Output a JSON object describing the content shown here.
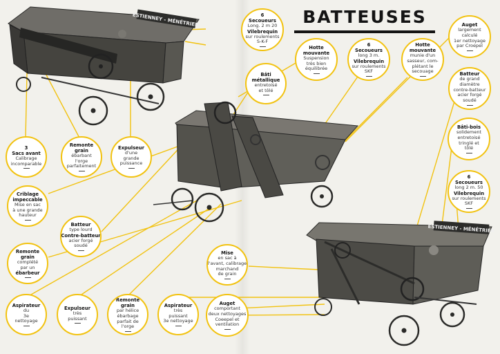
{
  "title": "BATTEUSES",
  "colors": {
    "bubble_border": "#f2c20f",
    "line": "#f2c20f",
    "paper": "#f2f1ec",
    "machine": "#3f3f3c"
  },
  "machines": [
    {
      "brand": "ESTIENNEY - MÉNÉTRIER"
    },
    {
      "brand": ""
    },
    {
      "brand": "ESTIENNEY - MÉNÉTRIER"
    }
  ],
  "bubbles": [
    {
      "lines": [
        {
          "t": "6",
          "b": true
        },
        {
          "t": "Secoueurs",
          "b": true
        },
        {
          "t": "Long. 2 m 20"
        },
        {
          "t": "Vilebrequin",
          "b": true
        },
        {
          "t": "sur roulements"
        },
        {
          "t": "S-K-F"
        }
      ]
    },
    {
      "lines": [
        {
          "t": "Hotte",
          "b": true
        },
        {
          "t": "mouvante",
          "b": true
        },
        {
          "t": "Suspension"
        },
        {
          "t": "très bien"
        },
        {
          "t": "équilibrée"
        }
      ]
    },
    {
      "lines": [
        {
          "t": "6",
          "b": true
        },
        {
          "t": "Secoueurs",
          "b": true
        },
        {
          "t": "long 3 m."
        },
        {
          "t": "Vilebrequin",
          "b": true
        },
        {
          "t": "sur roulements"
        },
        {
          "t": "SKF"
        }
      ]
    },
    {
      "lines": [
        {
          "t": "Hotte",
          "b": true
        },
        {
          "t": "mouvante",
          "b": true
        },
        {
          "t": "munie d'un"
        },
        {
          "t": "sasseur, com-"
        },
        {
          "t": "plétant le"
        },
        {
          "t": "secouage"
        }
      ]
    },
    {
      "lines": [
        {
          "t": "Auget",
          "b": true
        },
        {
          "t": "largement"
        },
        {
          "t": "calculé"
        },
        {
          "t": "1er nettoyage"
        },
        {
          "t": "par Croepel"
        }
      ]
    },
    {
      "lines": [
        {
          "t": "Bâti",
          "b": true
        },
        {
          "t": "métallique",
          "b": true
        },
        {
          "t": "entretoisé"
        },
        {
          "t": "et tôlé"
        }
      ]
    },
    {
      "lines": [
        {
          "t": "Batteur",
          "b": true
        },
        {
          "t": "de grand"
        },
        {
          "t": "diamètre"
        },
        {
          "t": "contre-batteur"
        },
        {
          "t": "acier forgé"
        },
        {
          "t": "soudé"
        }
      ]
    },
    {
      "lines": [
        {
          "t": "Bâti-bois",
          "b": true
        },
        {
          "t": "solidement"
        },
        {
          "t": "entretoisé"
        },
        {
          "t": "tringlé et"
        },
        {
          "t": "tôlé"
        }
      ]
    },
    {
      "lines": [
        {
          "t": "6",
          "b": true
        },
        {
          "t": "Secoueurs",
          "b": true
        },
        {
          "t": "long 2 m. 50"
        },
        {
          "t": "Vilebrequin",
          "b": true
        },
        {
          "t": "sur roulements"
        },
        {
          "t": "SKF"
        }
      ]
    },
    {
      "lines": [
        {
          "t": "3",
          "b": true
        },
        {
          "t": "Sacs avant",
          "b": true
        },
        {
          "t": "Calibrage"
        },
        {
          "t": "incomparable"
        }
      ]
    },
    {
      "lines": [
        {
          "t": "Remonte",
          "b": true
        },
        {
          "t": "grain",
          "b": true
        },
        {
          "t": "ébarbant"
        },
        {
          "t": "l'orge"
        },
        {
          "t": "parfaitement"
        }
      ]
    },
    {
      "lines": [
        {
          "t": "Expulseur",
          "b": true
        },
        {
          "t": "d'une"
        },
        {
          "t": "grande"
        },
        {
          "t": "puissance"
        }
      ]
    },
    {
      "lines": [
        {
          "t": "Criblage",
          "b": true
        },
        {
          "t": "impeccable",
          "b": true
        },
        {
          "t": "Mise en sac"
        },
        {
          "t": "à une grande"
        },
        {
          "t": "hauteur"
        }
      ]
    },
    {
      "lines": [
        {
          "t": "Batteur",
          "b": true
        },
        {
          "t": "type lourd"
        },
        {
          "t": "Contre-batteur",
          "b": true
        },
        {
          "t": "acier forgé"
        },
        {
          "t": "soudé"
        }
      ]
    },
    {
      "lines": [
        {
          "t": "Remonte",
          "b": true
        },
        {
          "t": "grain",
          "b": true
        },
        {
          "t": "complété"
        },
        {
          "t": "par un"
        },
        {
          "t": "ébarbeur",
          "b": true
        }
      ]
    },
    {
      "lines": [
        {
          "t": "Mise",
          "b": true
        },
        {
          "t": "en sac à"
        },
        {
          "t": "l'avant, calibrage"
        },
        {
          "t": "marchand"
        },
        {
          "t": "de grain"
        }
      ]
    },
    {
      "lines": [
        {
          "t": "Aspirateur",
          "b": true
        },
        {
          "t": "du"
        },
        {
          "t": "3e"
        },
        {
          "t": "nettoyage"
        }
      ]
    },
    {
      "lines": [
        {
          "t": "Expulseur",
          "b": true
        },
        {
          "t": "très"
        },
        {
          "t": "puissant"
        }
      ]
    },
    {
      "lines": [
        {
          "t": "Remonte",
          "b": true
        },
        {
          "t": "grain",
          "b": true
        },
        {
          "t": "par hélice"
        },
        {
          "t": "ébarbage"
        },
        {
          "t": "parfait de"
        },
        {
          "t": "l'orge"
        }
      ]
    },
    {
      "lines": [
        {
          "t": "Aspirateur",
          "b": true
        },
        {
          "t": "très"
        },
        {
          "t": "puissant"
        },
        {
          "t": "3e nettoyage"
        }
      ]
    },
    {
      "lines": [
        {
          "t": "Auget",
          "b": true
        },
        {
          "t": "comportant"
        },
        {
          "t": "deux nettoyages"
        },
        {
          "t": "Coeepel et"
        },
        {
          "t": "ventilation"
        }
      ]
    }
  ]
}
